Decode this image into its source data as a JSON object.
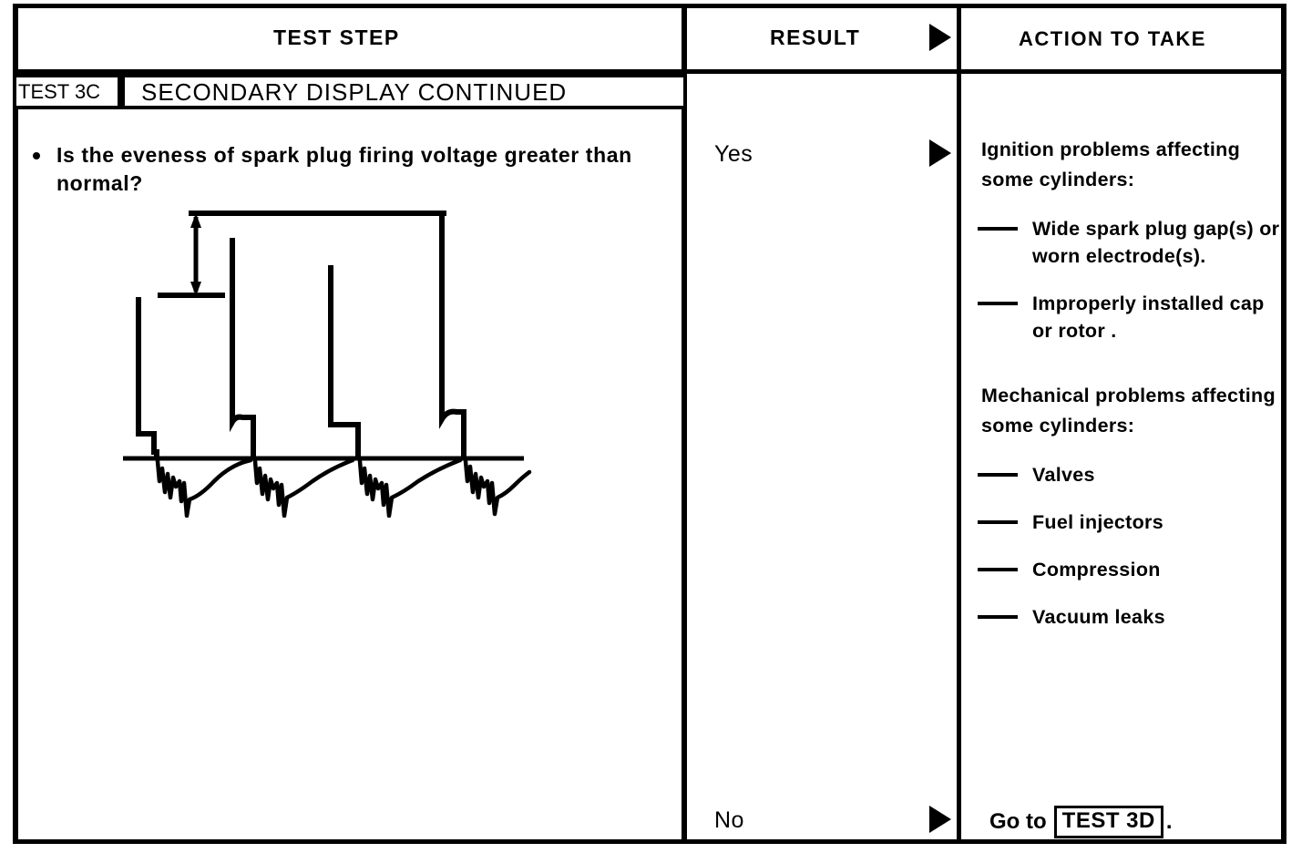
{
  "table": {
    "headers": {
      "test_step": "TEST STEP",
      "result": "RESULT",
      "action": "ACTION TO TAKE",
      "result_marker_icon": "right-triangle-icon"
    },
    "band": {
      "id": "TEST 3C",
      "title": "SECONDARY DISPLAY CONTINUED"
    },
    "test_step": {
      "bullet_icon": "bullet-dot-icon",
      "question": "Is the eveness of spark plug firing voltage greater than normal?",
      "figure": {
        "name": "secondary-ignition-waveform",
        "description": "Oscilloscope secondary ignition pattern showing four firing lines of uneven height with a dimension arrow marking the difference between the tallest and a reference level."
      }
    },
    "rows": [
      {
        "result": "Yes",
        "marker_icon": "right-triangle-icon",
        "action_groups": [
          {
            "heading": "Ignition problems affecting some cylinders:",
            "items": [
              "Wide spark plug gap(s) or worn electrode(s).",
              "Improperly installed cap or rotor ."
            ]
          },
          {
            "heading": "Mechanical problems affecting some cylinders:",
            "items": [
              "Valves",
              "Fuel injectors",
              "Compression",
              "Vacuum leaks"
            ]
          }
        ]
      },
      {
        "result": "No",
        "marker_icon": "right-triangle-icon",
        "action_goto": {
          "prefix": "Go to",
          "target": "TEST 3D",
          "suffix": "."
        }
      }
    ]
  },
  "colors": {
    "ink": "#000000",
    "paper": "#ffffff"
  }
}
